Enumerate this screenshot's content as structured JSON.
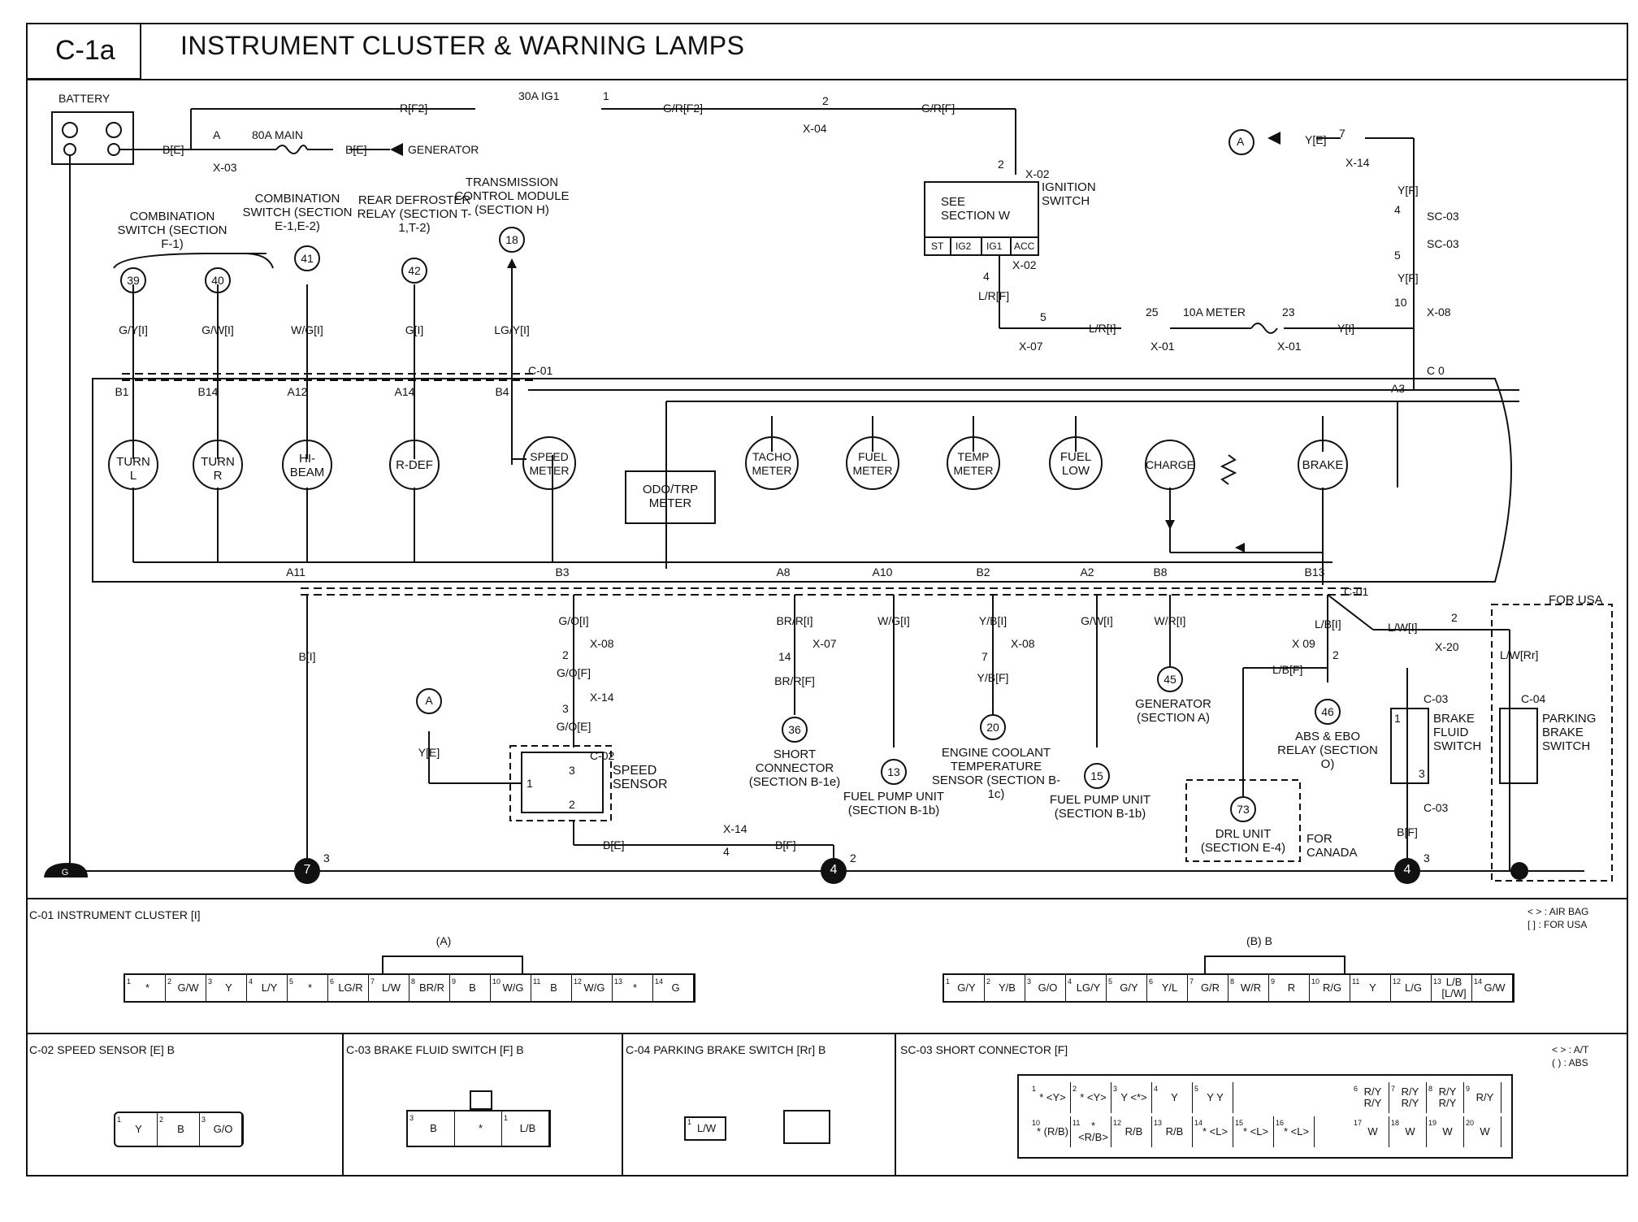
{
  "header": {
    "code": "C-1a",
    "title": "INSTRUMENT CLUSTER & WARNING LAMPS"
  },
  "top": {
    "battery": "BATTERY",
    "b_e": "B[E]",
    "a": "A",
    "fuse_80a": "80A MAIN",
    "x03": "X-03",
    "b_e2": "B[E]",
    "generator": "GENERATOR",
    "r_f2": "R[F2]",
    "fuse_30a": "30A IG1",
    "pin1": "1",
    "gr_f2": "G/R[F2]",
    "pin2": "2",
    "x04": "X-04",
    "gr_f": "G/R[F]",
    "pin2b": "2",
    "x02": "X-02",
    "see_section": "SEE SECTION W",
    "ignition_switch": "IGNITION SWITCH",
    "ig_cells": [
      "ST",
      "IG2",
      "IG1",
      "ACC"
    ],
    "pin4": "4",
    "x02b": "X-02",
    "lr_f": "L/R[F]",
    "pin5": "5",
    "x07": "X-07",
    "lr_i": "L/R[I]",
    "pin25": "25",
    "x01": "X-01",
    "fuse_10a": "10A METER",
    "pin23": "23",
    "x01b": "X-01",
    "y_i": "Y[I]",
    "pin10": "10",
    "x08": "X-08",
    "c0": "C 0",
    "a3": "A3",
    "conn_a": "A",
    "y_e": "Y[E]",
    "pin7": "7",
    "x14": "X-14",
    "y_f": "Y[F]",
    "pin4b": "4",
    "sc03": "SC-03",
    "pin5b": "5",
    "sc03b": "SC-03",
    "y_f2": "Y[F]"
  },
  "sources": {
    "comb_switch_f1": "COMBINATION SWITCH (SECTION F-1)",
    "c39": "39",
    "c40": "40",
    "comb_switch_e": "COMBINATION SWITCH (SECTION E-1,E-2)",
    "c41": "41",
    "rear_defroster": "REAR DEFROSTER RELAY (SECTION T-1,T-2)",
    "c42": "42",
    "tcm": "TRANSMISSION CONTROL MODULE (SECTION H)",
    "c18": "18",
    "wires": [
      "G/Y[I]",
      "G/W[I]",
      "W/G[I]",
      "G[I]",
      "LG/Y[I]"
    ],
    "c01": "C-01",
    "pins": [
      "B1",
      "B14",
      "A12",
      "A14",
      "B4"
    ]
  },
  "cluster": {
    "turn_l": "TURN L",
    "turn_r": "TURN R",
    "hi_beam": "HI- BEAM",
    "r_def": "R-DEF",
    "speed_meter": "SPEED METER",
    "odo": "ODO/TRP METER",
    "tacho": "TACHO METER",
    "fuel_meter": "FUEL METER",
    "temp_meter": "TEMP METER",
    "fuel_low": "FUEL LOW",
    "charge": "CHARGE",
    "brake": "BRAKE"
  },
  "bottom": {
    "pins": [
      "A11",
      "B3",
      "A8",
      "A10",
      "B2",
      "A2",
      "B8",
      "B13"
    ],
    "c01": "C-01",
    "b_i": "B[I]",
    "go_i": "G/O[I]",
    "x08": "X-08",
    "pin2": "2",
    "go_f": "G/O[F]",
    "x14": "X-14",
    "pin3": "3",
    "go_e": "G/O[E]",
    "c02": "C-02",
    "conn_a": "A",
    "y_e": "Y[E]",
    "speed_sensor": "SPEED SENSOR",
    "ss_pins": [
      "1",
      "3",
      "2"
    ],
    "b_e": "B[E]",
    "x14b": "X-14",
    "pin4": "4",
    "b_f": "B[F]",
    "brr_i": "BR/R[I]",
    "x07": "X-07",
    "pin14": "14",
    "brr_f": "BR/R[F]",
    "c36": "36",
    "short_conn": "SHORT CONNECTOR (SECTION B-1e)",
    "wg_i": "W/G[I]",
    "c13": "13",
    "fuel_pump_b1b": "FUEL PUMP UNIT (SECTION B-1b)",
    "yb_i": "Y/B[I]",
    "x08b": "X-08",
    "pin7": "7",
    "yb_f": "Y/B[F]",
    "c20": "20",
    "ect_sensor": "ENGINE COOLANT TEMPERATURE SENSOR (SECTION B-1c)",
    "gw_i": "G/W[I]",
    "c15": "15",
    "fuel_pump_b1b2": "FUEL PUMP UNIT (SECTION B-1b)",
    "wr_i": "W/R[I]",
    "c45": "45",
    "generator_a": "GENERATOR (SECTION A)",
    "lb_i": "L/B[I]",
    "x09": "X 09",
    "pin2b": "2",
    "lb_f": "L/B[F]",
    "c46": "46",
    "abs_relay": "ABS & EBO RELAY (SECTION O)",
    "c73": "73",
    "drl_unit": "DRL UNIT (SECTION E-4)",
    "for_canada": "FOR CANADA",
    "c03": "C-03",
    "brake_fluid": "BRAKE FLUID SWITCH",
    "bf_pins": [
      "1",
      "3"
    ],
    "c03b": "C-03",
    "b_f2": "B[F]",
    "for_usa": "FOR USA",
    "lw_i": "L/W[I]",
    "pin2c": "2",
    "x20": "X-20",
    "lw_rr": "L/W[Rr]",
    "c04": "C-04",
    "parking_brake": "PARKING BRAKE SWITCH",
    "g7": "7",
    "g7n": "3",
    "g4": "4",
    "g4n": "2",
    "g4b": "4",
    "g4bn": "3",
    "ground_g": "G"
  },
  "connectors": {
    "c01_title": "C-01 INSTRUMENT CLUSTER [I]",
    "legend1": "< > : AIR BAG",
    "legend2": "[ ] : FOR USA",
    "a_label": "(A)",
    "b_label": "(B) B",
    "a_cells": [
      {
        "n": "1",
        "v": "*"
      },
      {
        "n": "2",
        "v": "G/W"
      },
      {
        "n": "3",
        "v": "Y"
      },
      {
        "n": "4",
        "v": "L/Y"
      },
      {
        "n": "5",
        "v": "*"
      },
      {
        "n": "6",
        "v": "LG/R"
      },
      {
        "n": "7",
        "v": "L/W"
      },
      {
        "n": "8",
        "v": "BR/R"
      },
      {
        "n": "9",
        "v": "B"
      },
      {
        "n": "10",
        "v": "W/G"
      },
      {
        "n": "11",
        "v": "B"
      },
      {
        "n": "12",
        "v": "W/G"
      },
      {
        "n": "13",
        "v": "*"
      },
      {
        "n": "14",
        "v": "G"
      }
    ],
    "b_cells": [
      {
        "n": "1",
        "v": "G/Y"
      },
      {
        "n": "2",
        "v": "Y/B"
      },
      {
        "n": "3",
        "v": "G/O"
      },
      {
        "n": "4",
        "v": "LG/Y"
      },
      {
        "n": "5",
        "v": "G/Y"
      },
      {
        "n": "6",
        "v": "Y/L"
      },
      {
        "n": "7",
        "v": "G/R"
      },
      {
        "n": "8",
        "v": "W/R"
      },
      {
        "n": "9",
        "v": "R"
      },
      {
        "n": "10",
        "v": "R/G"
      },
      {
        "n": "11",
        "v": "Y"
      },
      {
        "n": "12",
        "v": "L/G"
      },
      {
        "n": "13",
        "v": "L/B [L/W]"
      },
      {
        "n": "14",
        "v": "G/W"
      }
    ],
    "c02_title": "C-02 SPEED SENSOR [E] B",
    "c02_cells": [
      {
        "n": "1",
        "v": "Y"
      },
      {
        "n": "2",
        "v": "B"
      },
      {
        "n": "3",
        "v": "G/O"
      }
    ],
    "c03_title": "C-03 BRAKE FLUID SWITCH [F] B",
    "c03_cells": [
      {
        "n": "3",
        "v": "B"
      },
      {
        "n": "",
        "v": "*"
      },
      {
        "n": "1",
        "v": "L/B"
      }
    ],
    "c04_title": "C-04 PARKING BRAKE SWITCH [Rr] B",
    "c04_cell": {
      "n": "1",
      "v": "L/W"
    },
    "sc03_title": "SC-03 SHORT CONNECTOR [F]",
    "sc03_legend1": "< > : A/T",
    "sc03_legend2": "( ) : ABS",
    "sc_row1": [
      {
        "n": "1",
        "v": "* <Y>"
      },
      {
        "n": "2",
        "v": "* <Y>"
      },
      {
        "n": "3",
        "v": "Y <*>"
      },
      {
        "n": "4",
        "v": "Y"
      },
      {
        "n": "5",
        "v": "Y Y"
      }
    ],
    "sc_row1r": [
      {
        "n": "6",
        "v": "R/Y R/Y"
      },
      {
        "n": "7",
        "v": "R/Y R/Y"
      },
      {
        "n": "8",
        "v": "R/Y R/Y"
      },
      {
        "n": "9",
        "v": "R/Y"
      }
    ],
    "sc_row2": [
      {
        "n": "10",
        "v": "* (R/B)"
      },
      {
        "n": "11",
        "v": "* <R/B>"
      },
      {
        "n": "12",
        "v": "R/B"
      },
      {
        "n": "13",
        "v": "R/B"
      },
      {
        "n": "14",
        "v": "* <L>"
      },
      {
        "n": "15",
        "v": "* <L>"
      },
      {
        "n": "16",
        "v": "* <L>"
      }
    ],
    "sc_row2r": [
      {
        "n": "17",
        "v": "W"
      },
      {
        "n": "18",
        "v": "W"
      },
      {
        "n": "19",
        "v": "W"
      },
      {
        "n": "20",
        "v": "W"
      }
    ]
  }
}
